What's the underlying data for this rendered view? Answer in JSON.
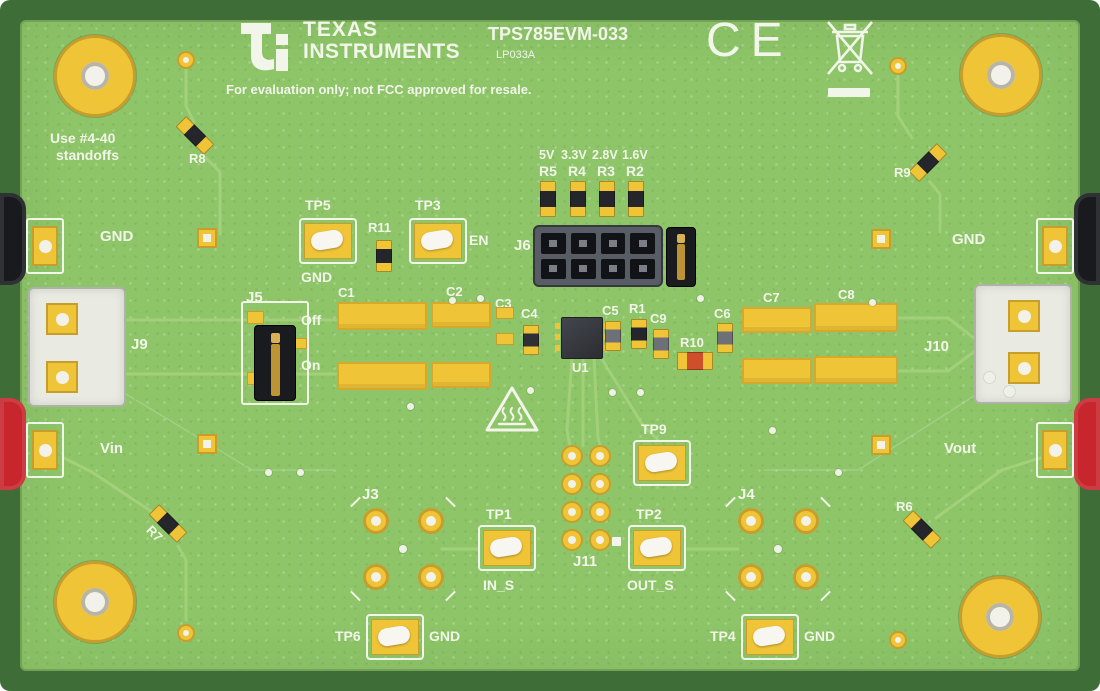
{
  "header": {
    "brand_top": "TEXAS",
    "brand_bottom": "INSTRUMENTS",
    "title": "TPS785EVM-033",
    "subtitle": "LP033A",
    "eval_notice": "For evaluation only; not FCC approved for resale.",
    "ce_mark": "CE"
  },
  "notes": {
    "standoffs_line1": "Use #4-40",
    "standoffs_line2": "standoffs"
  },
  "rails": {
    "voltages": [
      "5V",
      "3.3V",
      "2.8V",
      "1.6V"
    ],
    "resistors": [
      "R5",
      "R4",
      "R3",
      "R2"
    ]
  },
  "connectors": {
    "gnd_left": "GND",
    "gnd_right": "GND",
    "vin": "Vin",
    "vout": "Vout",
    "j9": "J9",
    "j10": "J10",
    "j6": "J6",
    "j5": "J5",
    "j5_off": "Off",
    "j5_on": "On",
    "j3": "J3",
    "j4": "J4",
    "j11": "J11"
  },
  "testpoints": {
    "tp5": "TP5",
    "tp5_sub": "GND",
    "tp3": "TP3",
    "tp3_side": "EN",
    "tp9": "TP9",
    "tp1": "TP1",
    "tp1_sub": "IN_S",
    "tp2": "TP2",
    "tp2_sub": "OUT_S",
    "tp6": "TP6",
    "tp6_side": "GND",
    "tp4": "TP4",
    "tp4_side": "GND"
  },
  "components": {
    "u1": "U1",
    "r1": "R1",
    "r6": "R6",
    "r7": "R7",
    "r8": "R8",
    "r9": "R9",
    "r10": "R10",
    "r11": "R11",
    "c1": "C1",
    "c2": "C2",
    "c3": "C3",
    "c4": "C4",
    "c5": "C5",
    "c6": "C6",
    "c7": "C7",
    "c8": "C8",
    "c9": "C9"
  },
  "colors": {
    "board_green": "#8ec568",
    "edge_green": "#3f6d38",
    "pad_yellow": "#f0c437",
    "silkscreen_white": "#f2f5ea",
    "jack_black": "#191a1d",
    "jack_red": "#c8262d"
  }
}
